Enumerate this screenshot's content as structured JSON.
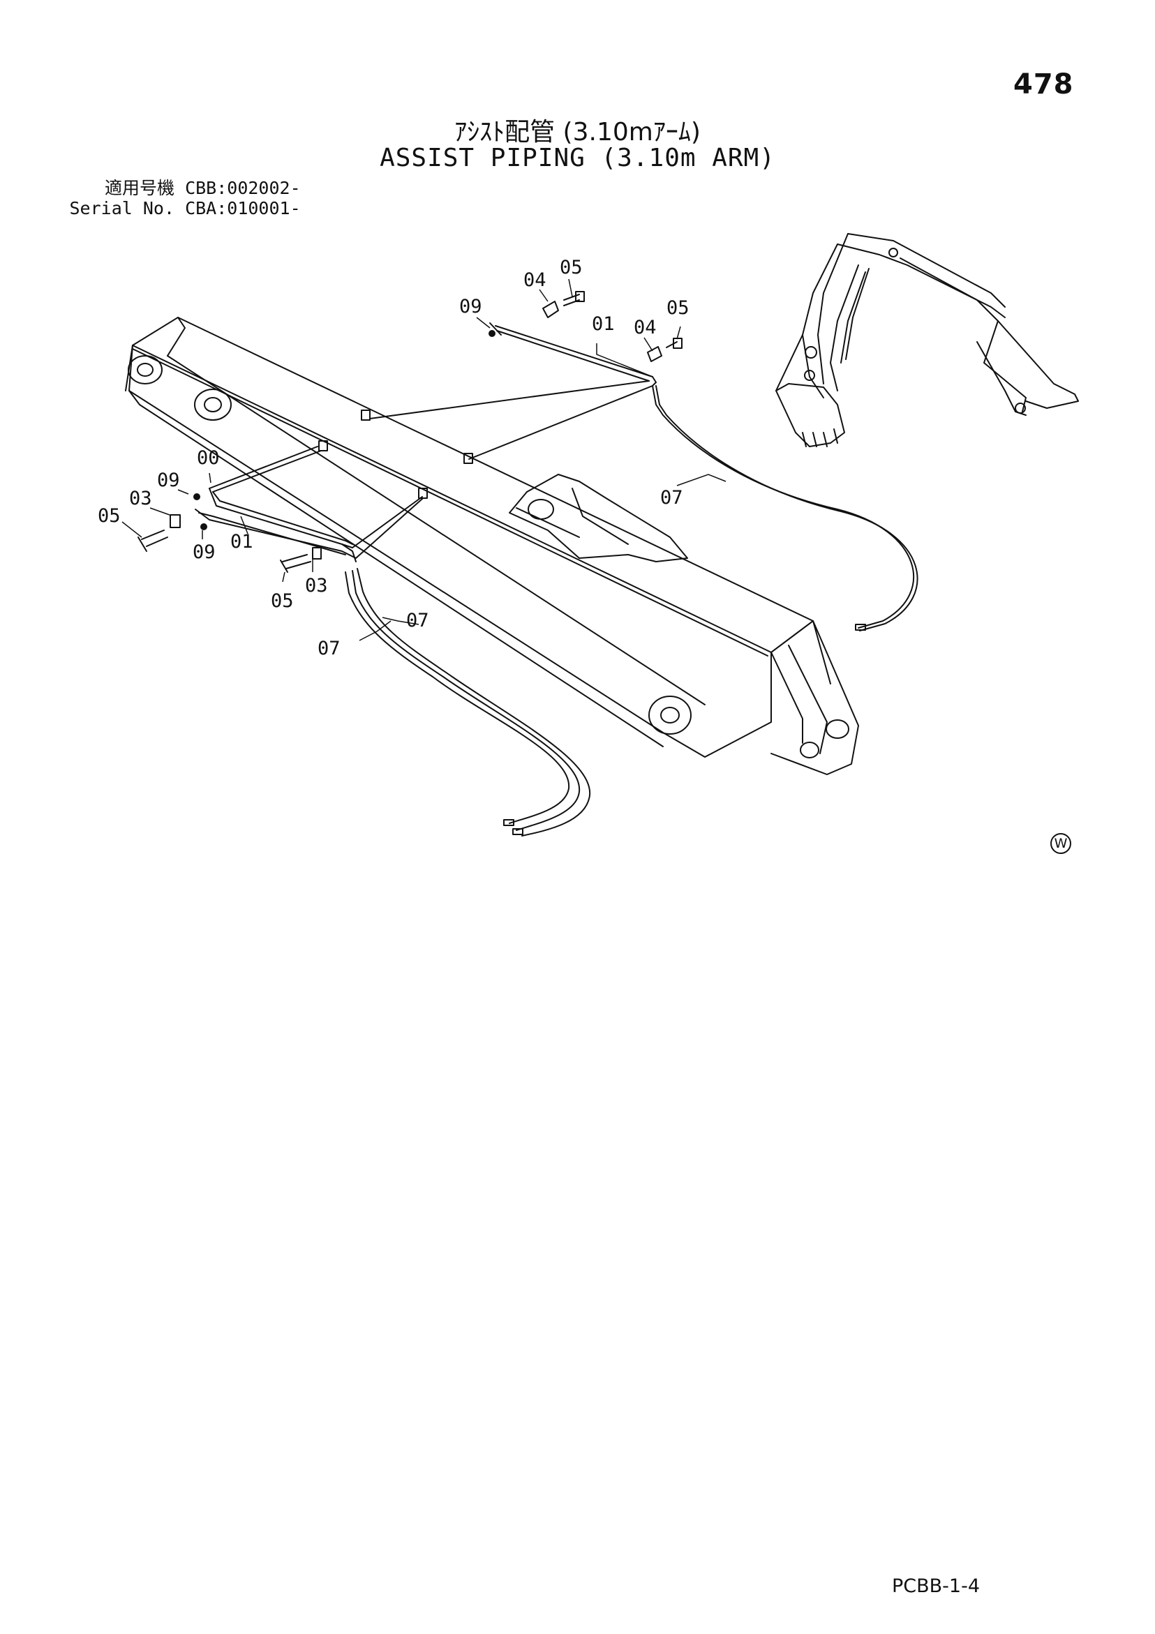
{
  "page": {
    "number": "478",
    "title_jp": "ｱｼｽﾄ配管 (3.10mｱｰﾑ)",
    "title_en": "ASSIST PIPING (3.10m ARM)",
    "applicability": [
      {
        "label": "適用号機",
        "value": "CBB:002002-"
      },
      {
        "label": "Serial No.",
        "value": "CBA:010001-"
      }
    ],
    "doc_code": "PCBB-1-4",
    "corner_mark": "W"
  },
  "callouts": {
    "c05a": "05",
    "c04a": "04",
    "c09a": "09",
    "c01a": "01",
    "c04b": "04",
    "c05b": "05",
    "c07a": "07",
    "c00": "00",
    "c09b": "09",
    "c03a": "03",
    "c05c": "05",
    "c09c": "09",
    "c01b": "01",
    "c05d": "05",
    "c03b": "03",
    "c07b": "07",
    "c07c": "07"
  },
  "colors": {
    "ink": "#111111",
    "paper": "#ffffff"
  }
}
